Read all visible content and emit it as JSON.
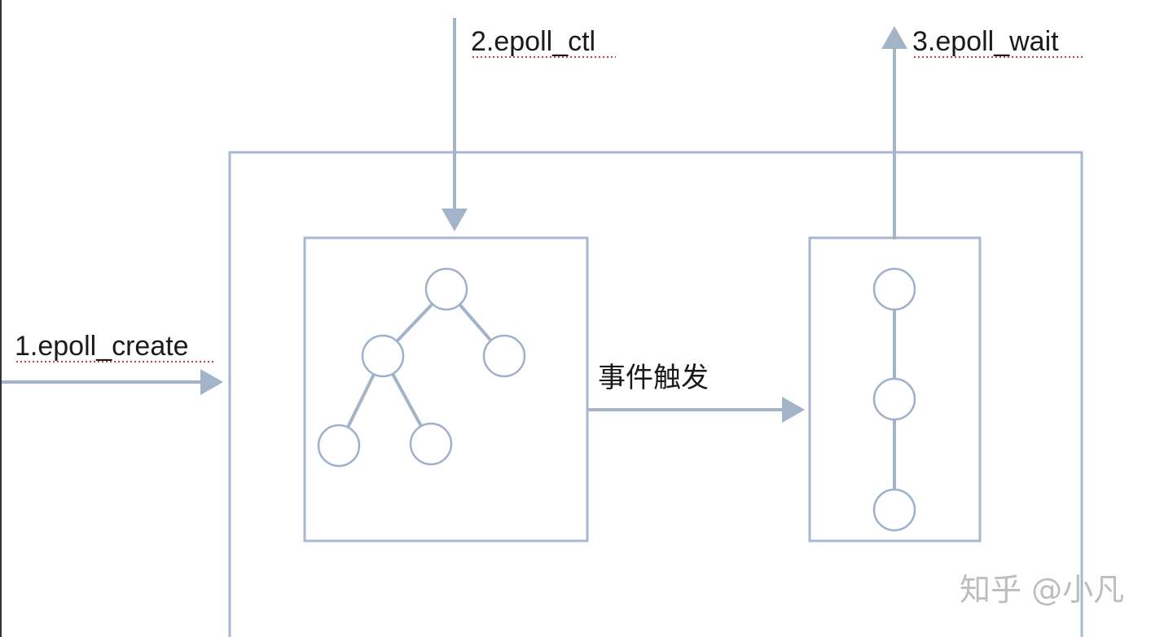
{
  "labels": {
    "create": "1.epoll_create",
    "ctl": "2.epoll_ctl",
    "wait": "3.epoll_wait",
    "trigger": "事件触发"
  },
  "watermark": "知乎 @小凡",
  "colors": {
    "line": "#a8b8d4",
    "arrow": "#a3b3c8",
    "node": "#9fb0cc",
    "squiggle": "#d04040"
  }
}
